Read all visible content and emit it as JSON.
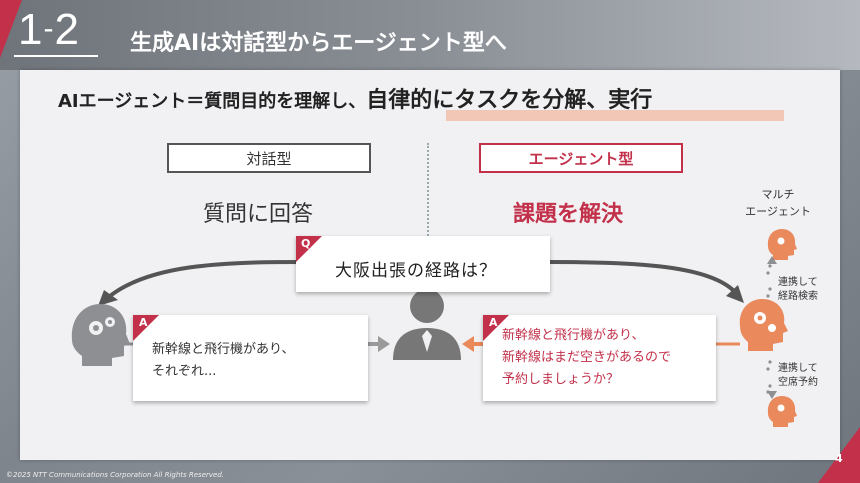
{
  "header": {
    "section_number": "1",
    "section_sub": "2",
    "title": "生成AIは対話型からエージェント型へ"
  },
  "headline": {
    "prefix": "AIエージェント＝質問目的を理解し、",
    "highlight": "自律的にタスクを分解、実行"
  },
  "left": {
    "tag": "対話型",
    "subtitle": "質問に回答",
    "answer_badge": "A",
    "answer_lines": [
      "新幹線と飛行機があり、",
      "それぞれ..."
    ]
  },
  "right": {
    "tag": "エージェント型",
    "subtitle": "課題を解決",
    "answer_badge": "A",
    "answer_lines": [
      "新幹線と飛行機があり、",
      "新幹線はまだ空きがあるので",
      "予約しましょうか？"
    ]
  },
  "question": {
    "badge": "Q",
    "text": "大阪出張の経路は？"
  },
  "multi_agent": {
    "label_line1": "マルチ",
    "label_line2": "エージェント",
    "step1_line1": "連携して",
    "step1_line2": "経路検索",
    "step2_line1": "連携して",
    "step2_line2": "空席予約"
  },
  "footer": {
    "copyright": "©2025 NTT Communications Corporation All Rights Reserved.",
    "page": "4"
  },
  "colors": {
    "accent": "#c2304a",
    "orange": "#e9895c",
    "gray_icon": "#8d8f92"
  }
}
